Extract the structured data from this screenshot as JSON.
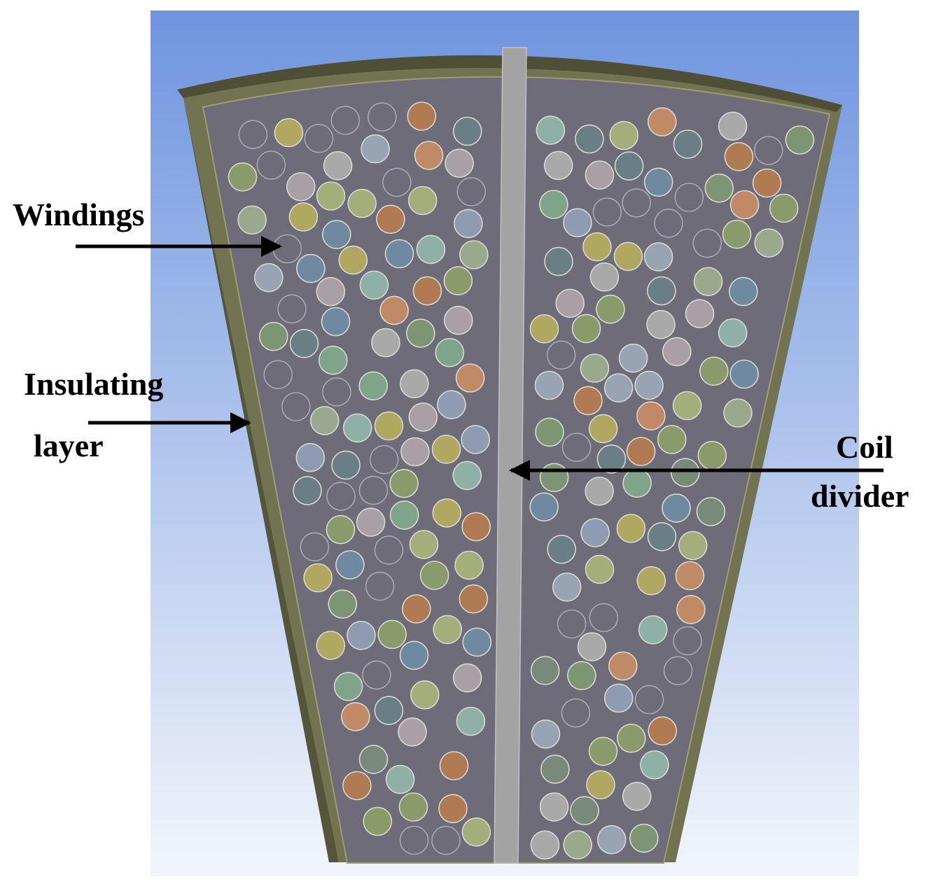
{
  "labels": {
    "windings": "Windings",
    "insulating_line1": "Insulating",
    "insulating_line2": "layer",
    "coil_line1": "Coil",
    "coil_line2": "divider"
  },
  "colors": {
    "background_top": "#6f95df",
    "background_bottom": "#f2f5fb",
    "insulating_layer": "#727350",
    "insulating_layer_dark": "#54553a",
    "insulating_layer_light": "#8a8b62",
    "interior": "#6d6c78",
    "coil_divider": "#a3a3a3",
    "arrow": "#000000",
    "winding_palette": [
      "#8e9bb0",
      "#a9a9a9",
      "#7d9573",
      "#c08a66",
      "#b0a860",
      "#7fa48a",
      "#a8a0a6",
      "#9aa98e",
      "#6f8aa0",
      "#8fb0a6",
      "#b07a52",
      "#8b9a6a",
      "#6a7e86",
      "#a4ae7a",
      "#7a8a7a",
      "#98a4b4"
    ]
  },
  "icons": {
    "arrow_windings": "arrow-right-icon",
    "arrow_insulating": "arrow-right-icon",
    "arrow_coil": "arrow-left-icon"
  }
}
